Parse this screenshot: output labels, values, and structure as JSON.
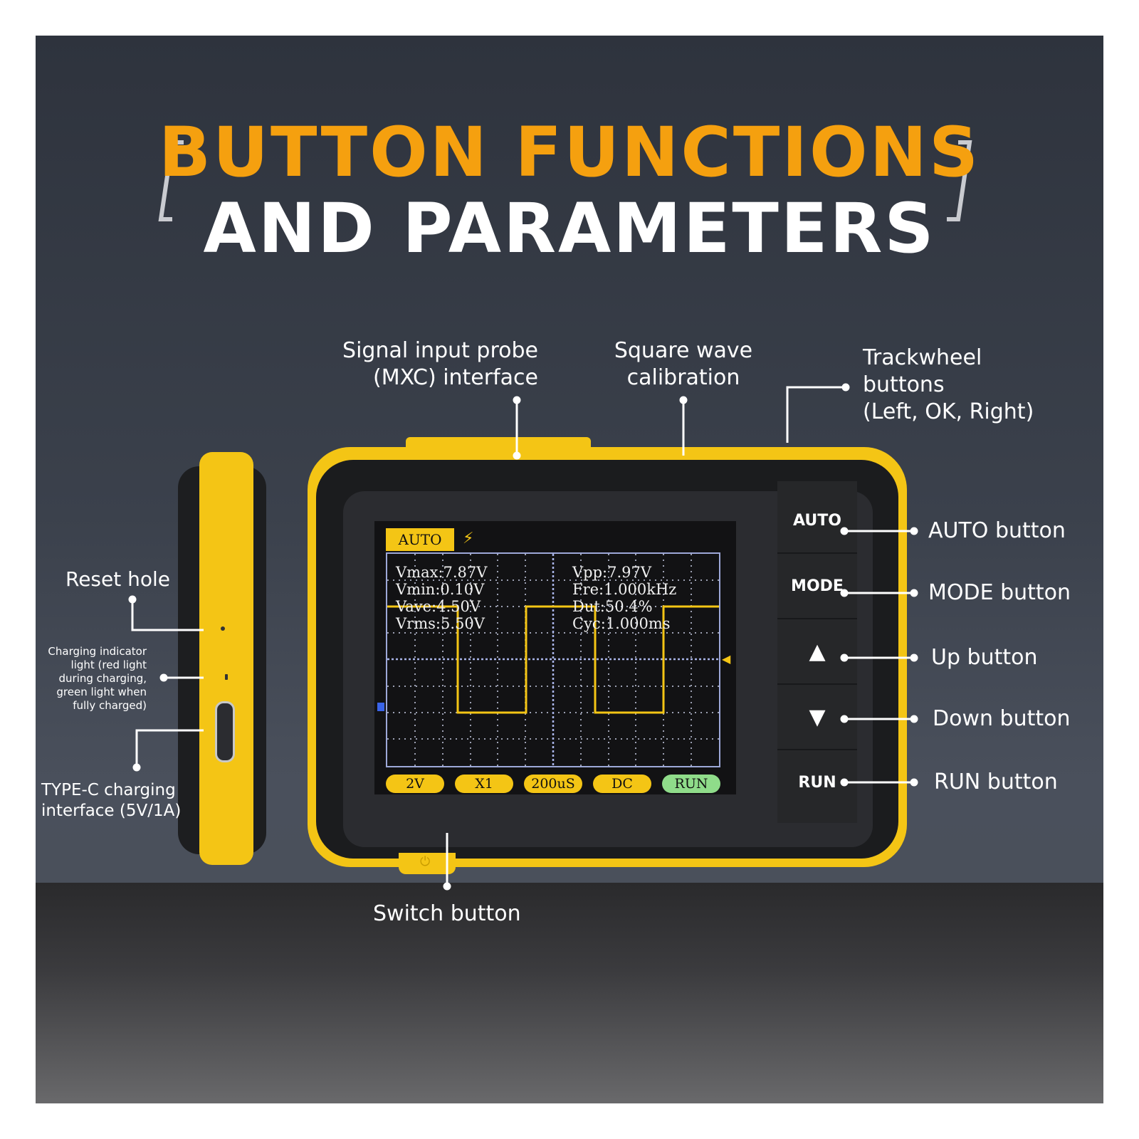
{
  "title": {
    "line1": "BUTTON FUNCTIONS",
    "line2": "AND PARAMETERS"
  },
  "callouts": {
    "signal_input_line1": "Signal input probe",
    "signal_input_line2": "(MXC) interface",
    "square_wave_line1": "Square wave",
    "square_wave_line2": "calibration",
    "trackwheel_line1": "Trackwheel",
    "trackwheel_line2": "buttons",
    "trackwheel_line3": "(Left, OK, Right)",
    "auto_button": "AUTO button",
    "mode_button": "MODE button",
    "up_button": "Up button",
    "down_button": "Down button",
    "run_button": "RUN button",
    "switch_button": "Switch button",
    "reset_hole": "Reset hole",
    "charging_indicator_1": "Charging indicator",
    "charging_indicator_2": "light (red light",
    "charging_indicator_3": "during charging,",
    "charging_indicator_4": "green light when",
    "charging_indicator_5": "fully charged)",
    "typec_line1": "TYPE-C charging",
    "typec_line2": "interface (5V/1A)"
  },
  "device_buttons": {
    "auto": "AUTO",
    "mode": "MODE",
    "up_glyph": "▲",
    "down_glyph": "▼",
    "run": "RUN"
  },
  "screen": {
    "mode_tag": "AUTO",
    "measurements_left": [
      "Vmax:7.87V",
      "Vmin:0.10V",
      "Vave:4.50V",
      "Vrms:5.50V"
    ],
    "measurements_right": [
      "Vpp:7.97V",
      "Fre:1.000kHz",
      "Dut:50.4%",
      "Cyc:1.000ms"
    ],
    "status_bar": [
      "2V",
      "X1",
      "200uS",
      "DC",
      "RUN"
    ],
    "colors": {
      "waveform": "#f4c515",
      "grid": "#9da8d8",
      "run_pill": "#8fdc8a"
    }
  },
  "colors": {
    "accent_orange": "#f5a00f",
    "device_yellow": "#f4c515",
    "device_dark": "#1b1c1e"
  }
}
